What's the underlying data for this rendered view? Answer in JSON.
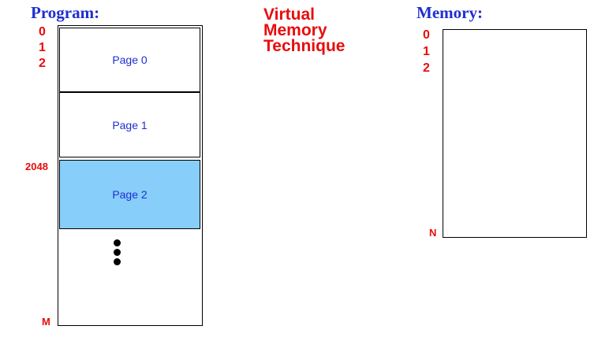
{
  "program": {
    "heading": "Program:",
    "address_labels": [
      "0",
      "1",
      "2"
    ],
    "page_offset_label": "2048",
    "end_label": "M",
    "pages": [
      {
        "label": "Page 0",
        "highlighted": false
      },
      {
        "label": "Page 1",
        "highlighted": false
      },
      {
        "label": "Page 2",
        "highlighted": true
      }
    ]
  },
  "title_lines": [
    "Virtual",
    "Memory",
    "Technique"
  ],
  "memory": {
    "heading": "Memory:",
    "address_labels": [
      "0",
      "1",
      "2"
    ],
    "end_label": "N"
  },
  "colors": {
    "heading": "#1f2ed0",
    "address": "#e80c0c",
    "title": "#e80c0c",
    "page_text": "#1f2ed0",
    "highlight_fill": "#87cefa"
  }
}
